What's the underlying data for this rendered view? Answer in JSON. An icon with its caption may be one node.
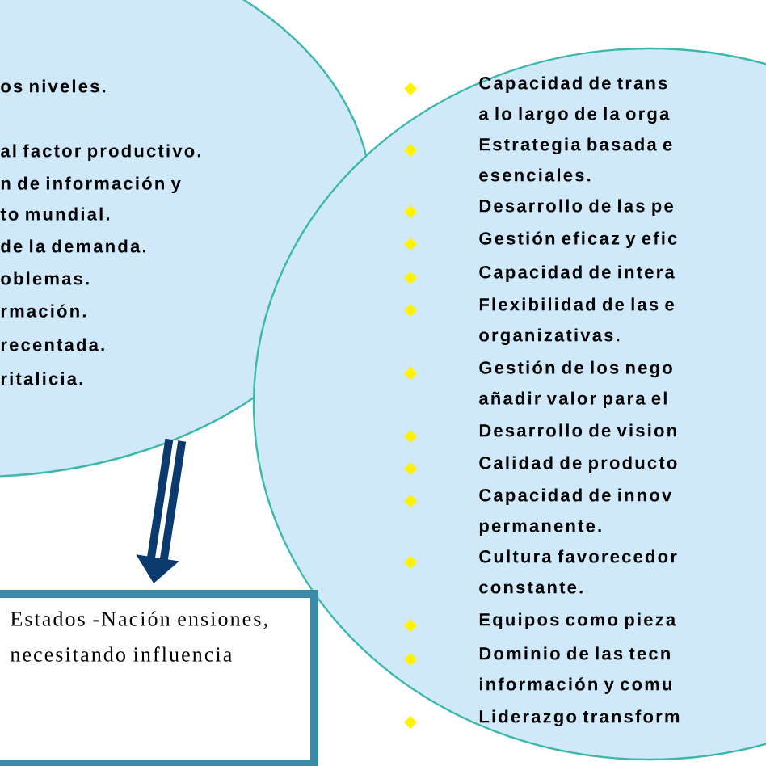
{
  "diagram": {
    "nodes": [
      {
        "text": [
          "os niveles.",
          "al factor productivo.",
          "n de información y to mundial.",
          "de la demanda.",
          "oblemas.",
          "rmación.",
          "recentada.",
          "ritalicia."
        ]
      },
      {
        "text": [
          "Capacidad de trans a lo largo de la orga",
          "Estrategia basada e esenciales.",
          "Desarrollo de las pe",
          "Gestión eficaz y efic",
          "Capacidad de intera",
          "Flexibilidad de las e organizativas.",
          "Gestión de los nego añadir valor para el",
          "Desarrollo de vision",
          "Calidad de producto",
          "Capacidad de innov permanente.",
          "Cultura favorecedor constante.",
          "Equipos como pieza",
          "Dominio de las tecn información y comu",
          "Liderazgo transform"
        ]
      },
      {
        "text": [
          "Estados -Nación ensiones, necesitando influencia"
        ]
      }
    ],
    "edges": [
      {
        "from": 0,
        "to": 2,
        "arrow": "to",
        "color": "#0b3a6e"
      }
    ]
  }
}
